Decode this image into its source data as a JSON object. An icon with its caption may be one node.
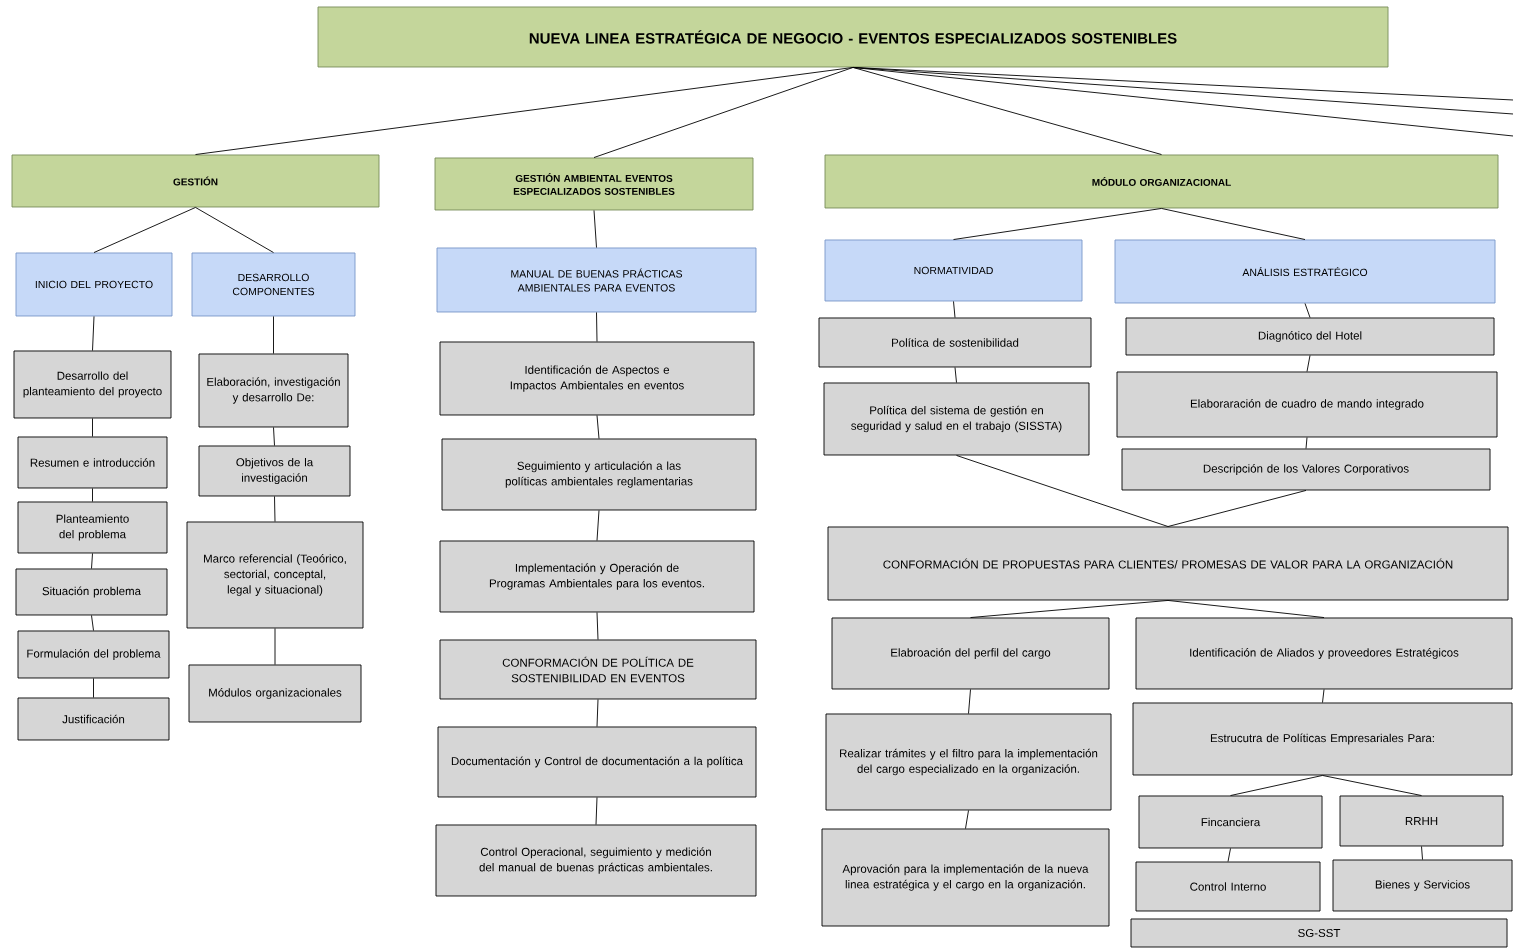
{
  "diagram": {
    "nodes": [
      {
        "text": [
          "NUEVA LINEA ESTRATÉGICA DE NEGOCIO - EVENTOS ESPECIALIZADOS SOSTENIBLES"
        ]
      },
      {
        "text": [
          "GESTIÓN"
        ]
      },
      {
        "text": [
          "GESTIÓN AMBIENTAL EVENTOS ESPECIALIZADOS SOSTENIBLES"
        ]
      },
      {
        "text": [
          "MÓDULO ORGANIZACIONAL"
        ]
      },
      {
        "text": [
          "INICIO DEL PROYECTO"
        ]
      },
      {
        "text": [
          "DESARROLLO COMPONENTES"
        ]
      },
      {
        "text": [
          "MANUAL DE BUENAS PRÁCTICAS AMBIENTALES PARA EVENTOS"
        ]
      },
      {
        "text": [
          "NORMATIVIDAD"
        ]
      },
      {
        "text": [
          "ANÁLISIS ESTRATÉGICO"
        ]
      },
      {
        "text": [
          "Desarrollo del planteamiento del proyecto"
        ]
      },
      {
        "text": [
          "Resumen e introducción"
        ]
      },
      {
        "text": [
          "Planteamiento del problema"
        ]
      },
      {
        "text": [
          "Situación problema"
        ]
      },
      {
        "text": [
          "Formulación del problema"
        ]
      },
      {
        "text": [
          "Justificación"
        ]
      },
      {
        "text": [
          "Elaboración, investigación y desarrollo De:"
        ]
      },
      {
        "text": [
          "Objetivos de la investigación"
        ]
      },
      {
        "text": [
          "Marco referencial (Teoórico, sectorial, conceptal, legal y situacional)"
        ]
      },
      {
        "text": [
          "Módulos organizacionales"
        ]
      },
      {
        "text": [
          "Identificación de Aspectos e Impactos Ambientales en eventos"
        ]
      },
      {
        "text": [
          "Seguimiento y articulación a las políticas ambientales reglamentarias"
        ]
      },
      {
        "text": [
          "Implementación y Operación de Programas Ambientales para los eventos."
        ]
      },
      {
        "text": [
          "CONFORMACIÓN DE POLÍTICA DE SOSTENIBILIDAD EN EVENTOS"
        ]
      },
      {
        "text": [
          "Documentación y Control de documentación a la política"
        ]
      },
      {
        "text": [
          "Control Operacional, seguimiento y medición del manual de buenas prácticas ambientales."
        ]
      },
      {
        "text": [
          "Política de sostenibilidad"
        ]
      },
      {
        "text": [
          "Política del sistema de gestión en seguridad y salud en el trabajo (SISSTA)"
        ]
      },
      {
        "text": [
          "Diagnótico del Hotel"
        ]
      },
      {
        "text": [
          "Elaboraración de cuadro de mando integrado"
        ]
      },
      {
        "text": [
          "Descripción de los Valores Corporativos"
        ]
      },
      {
        "text": [
          "CONFORMACIÓN DE PROPUESTAS PARA CLIENTES/ PROMESAS DE VALOR PARA LA ORGANIZACIÓN"
        ]
      },
      {
        "text": [
          "Elabroación del perfil del cargo"
        ]
      },
      {
        "text": [
          "Identificación de Aliados y proveedores Estratégicos"
        ]
      },
      {
        "text": [
          "Realizar trámites y el filtro para la implementación del cargo especializado en la organización."
        ]
      },
      {
        "text": [
          "Estrucutra de Políticas Empresariales Para:"
        ]
      },
      {
        "text": [
          "Aprovación para la implementación de la nueva linea estratégica y el cargo en la organización."
        ]
      },
      {
        "text": [
          "Fincanciera"
        ]
      },
      {
        "text": [
          "RRHH"
        ]
      },
      {
        "text": [
          "Control Interno"
        ]
      },
      {
        "text": [
          "Bienes y Servicios"
        ]
      },
      {
        "text": [
          "SG-SST"
        ]
      }
    ],
    "edges": [
      {
        "from": 0,
        "to": 1,
        "arrow": "none"
      },
      {
        "from": 0,
        "to": 2,
        "arrow": "none"
      },
      {
        "from": 0,
        "to": 3,
        "arrow": "none"
      },
      {
        "from": 0,
        "to": null,
        "arrow": "none"
      },
      {
        "from": 0,
        "to": null,
        "arrow": "none"
      },
      {
        "from": 0,
        "to": null,
        "arrow": "none"
      },
      {
        "from": 1,
        "to": 4,
        "arrow": "none"
      },
      {
        "from": 1,
        "to": 5,
        "arrow": "none"
      },
      {
        "from": 4,
        "to": 9,
        "arrow": "none"
      },
      {
        "from": 9,
        "to": 10,
        "arrow": "none"
      },
      {
        "from": 10,
        "to": 11,
        "arrow": "none"
      },
      {
        "from": 11,
        "to": 12,
        "arrow": "none"
      },
      {
        "from": 12,
        "to": 13,
        "arrow": "none"
      },
      {
        "from": 13,
        "to": 14,
        "arrow": "none"
      },
      {
        "from": 5,
        "to": 15,
        "arrow": "none"
      },
      {
        "from": 15,
        "to": 16,
        "arrow": "none"
      },
      {
        "from": 16,
        "to": 17,
        "arrow": "none"
      },
      {
        "from": 17,
        "to": 18,
        "arrow": "none"
      },
      {
        "from": 2,
        "to": 6,
        "arrow": "none"
      },
      {
        "from": 6,
        "to": 19,
        "arrow": "none"
      },
      {
        "from": 19,
        "to": 20,
        "arrow": "none"
      },
      {
        "from": 20,
        "to": 21,
        "arrow": "none"
      },
      {
        "from": 21,
        "to": 22,
        "arrow": "none"
      },
      {
        "from": 22,
        "to": 23,
        "arrow": "none"
      },
      {
        "from": 23,
        "to": 24,
        "arrow": "none"
      },
      {
        "from": 3,
        "to": 7,
        "arrow": "none"
      },
      {
        "from": 3,
        "to": 8,
        "arrow": "none"
      },
      {
        "from": 7,
        "to": 25,
        "arrow": "none"
      },
      {
        "from": 25,
        "to": 26,
        "arrow": "none"
      },
      {
        "from": 8,
        "to": 27,
        "arrow": "none"
      },
      {
        "from": 27,
        "to": 28,
        "arrow": "none"
      },
      {
        "from": 28,
        "to": 29,
        "arrow": "none"
      },
      {
        "from": 26,
        "to": 30,
        "arrow": "none"
      },
      {
        "from": 29,
        "to": 30,
        "arrow": "none"
      },
      {
        "from": 30,
        "to": 31,
        "arrow": "none"
      },
      {
        "from": 30,
        "to": 32,
        "arrow": "none"
      },
      {
        "from": 31,
        "to": 33,
        "arrow": "none"
      },
      {
        "from": 33,
        "to": 35,
        "arrow": "none"
      },
      {
        "from": 32,
        "to": 34,
        "arrow": "none"
      },
      {
        "from": 34,
        "to": 36,
        "arrow": "none"
      },
      {
        "from": 34,
        "to": 37,
        "arrow": "none"
      },
      {
        "from": 36,
        "to": 38,
        "arrow": "none"
      },
      {
        "from": 37,
        "to": 39,
        "arrow": "none"
      }
    ]
  }
}
